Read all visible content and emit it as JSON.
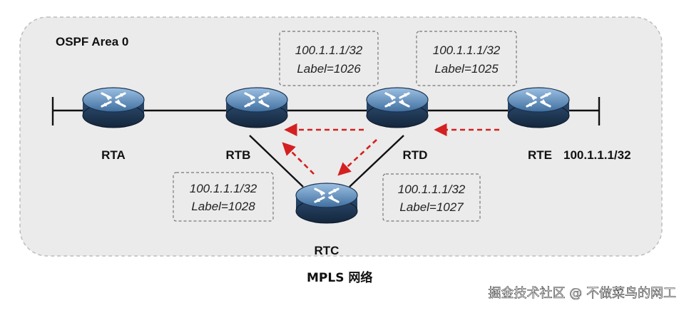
{
  "area_label": "OSPF Area 0",
  "network_label": "MPLS 网络",
  "watermark": "掘金技术社区 @ 不做菜鸟的网工",
  "routers": [
    {
      "id": "RTA",
      "label": "RTA"
    },
    {
      "id": "RTB",
      "label": "RTB"
    },
    {
      "id": "RTC",
      "label": "RTC"
    },
    {
      "id": "RTD",
      "label": "RTD"
    },
    {
      "id": "RTE",
      "label": "RTE"
    }
  ],
  "rte_prefix": "100.1.1.1/32",
  "label_boxes": [
    {
      "id": "box-rtb",
      "prefix": "100.1.1.1/32",
      "label": "Label=1026"
    },
    {
      "id": "box-rtd",
      "prefix": "100.1.1.1/32",
      "label": "Label=1025"
    },
    {
      "id": "box-rtc-left",
      "prefix": "100.1.1.1/32",
      "label": "Label=1028"
    },
    {
      "id": "box-rtc-right",
      "prefix": "100.1.1.1/32",
      "label": "Label=1027"
    }
  ],
  "colors": {
    "area_fill": "#ebebeb",
    "area_border": "#bdbdbd",
    "link": "#111111",
    "arrow": "#d42020",
    "router_dark": "#1f3550",
    "router_light": "#6f9cc8"
  }
}
